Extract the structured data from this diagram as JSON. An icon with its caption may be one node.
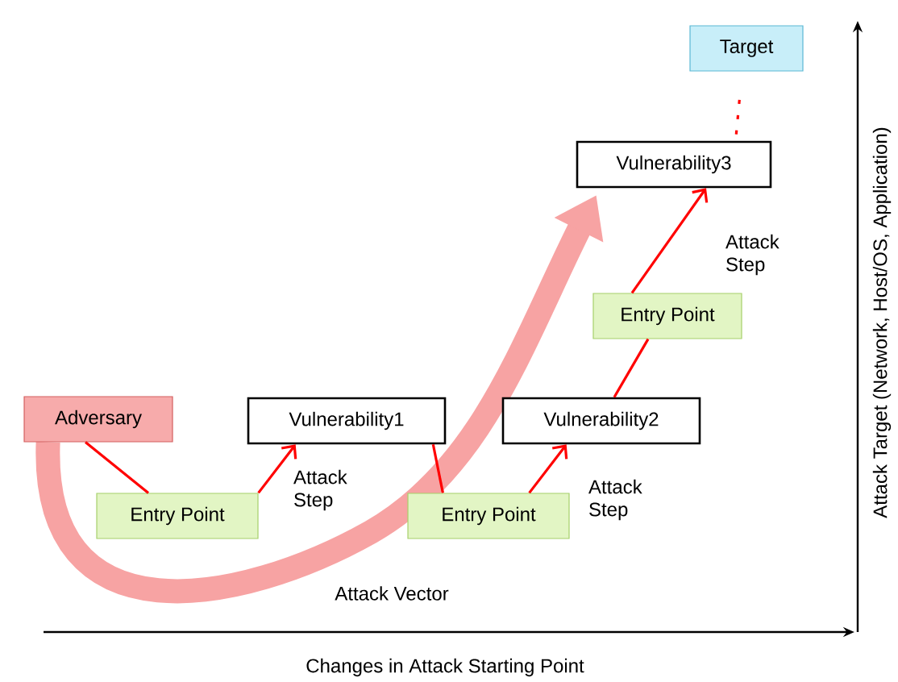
{
  "diagram": {
    "nodes": [
      {
        "text": [
          "Target"
        ]
      },
      {
        "text": [
          "Vulnerability3"
        ]
      },
      {
        "text": [
          "Entry Point"
        ]
      },
      {
        "text": [
          "Adversary"
        ]
      },
      {
        "text": [
          "Vulnerability1"
        ]
      },
      {
        "text": [
          "Vulnerability2"
        ]
      },
      {
        "text": [
          "Entry Point"
        ]
      },
      {
        "text": [
          "Entry Point"
        ]
      }
    ],
    "edges": [
      {
        "from": 3,
        "to": 6,
        "arrow": "none"
      },
      {
        "from": 6,
        "to": 4,
        "arrow": "to",
        "label": "Attack Step"
      },
      {
        "from": 4,
        "to": 7,
        "arrow": "none"
      },
      {
        "from": 7,
        "to": 5,
        "arrow": "to",
        "label": "Attack Step"
      },
      {
        "from": 5,
        "to": 2,
        "arrow": "none"
      },
      {
        "from": 2,
        "to": 1,
        "arrow": "to",
        "label": "Attack Step"
      },
      {
        "from": 1,
        "to": 0,
        "arrow": "none",
        "style": "dashed"
      },
      {
        "from": 3,
        "to": 1,
        "arrow": "to",
        "label": "Attack Vector",
        "style": "thick",
        "color": "#f7a3a3"
      }
    ],
    "labels": [
      "Changes in Attack Starting Point",
      "Attack Target (Network, Host/OS, Application)"
    ]
  }
}
